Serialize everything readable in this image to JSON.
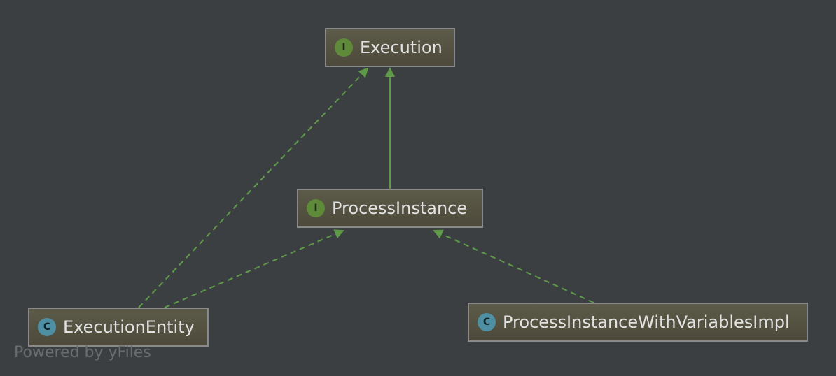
{
  "diagram": {
    "nodes": [
      {
        "id": "execution",
        "label": "Execution",
        "kind": "interface",
        "badge": "I"
      },
      {
        "id": "process-instance",
        "label": "ProcessInstance",
        "kind": "interface",
        "badge": "I"
      },
      {
        "id": "execution-entity",
        "label": "ExecutionEntity",
        "kind": "class",
        "badge": "C"
      },
      {
        "id": "process-instance-with-variables-impl",
        "label": "ProcessInstanceWithVariablesImpl",
        "kind": "class",
        "badge": "C"
      }
    ],
    "edges": [
      {
        "from": "process-instance",
        "to": "execution",
        "type": "extends"
      },
      {
        "from": "execution-entity",
        "to": "execution",
        "type": "implements"
      },
      {
        "from": "execution-entity",
        "to": "process-instance",
        "type": "implements"
      },
      {
        "from": "process-instance-with-variables-impl",
        "to": "process-instance",
        "type": "implements"
      }
    ],
    "colors": {
      "background": "#3b3f42",
      "edge": "#5f9a48",
      "interface_badge": "#5f8a3a",
      "class_badge": "#4f8fa3"
    }
  },
  "watermark": "Powered by yFiles"
}
